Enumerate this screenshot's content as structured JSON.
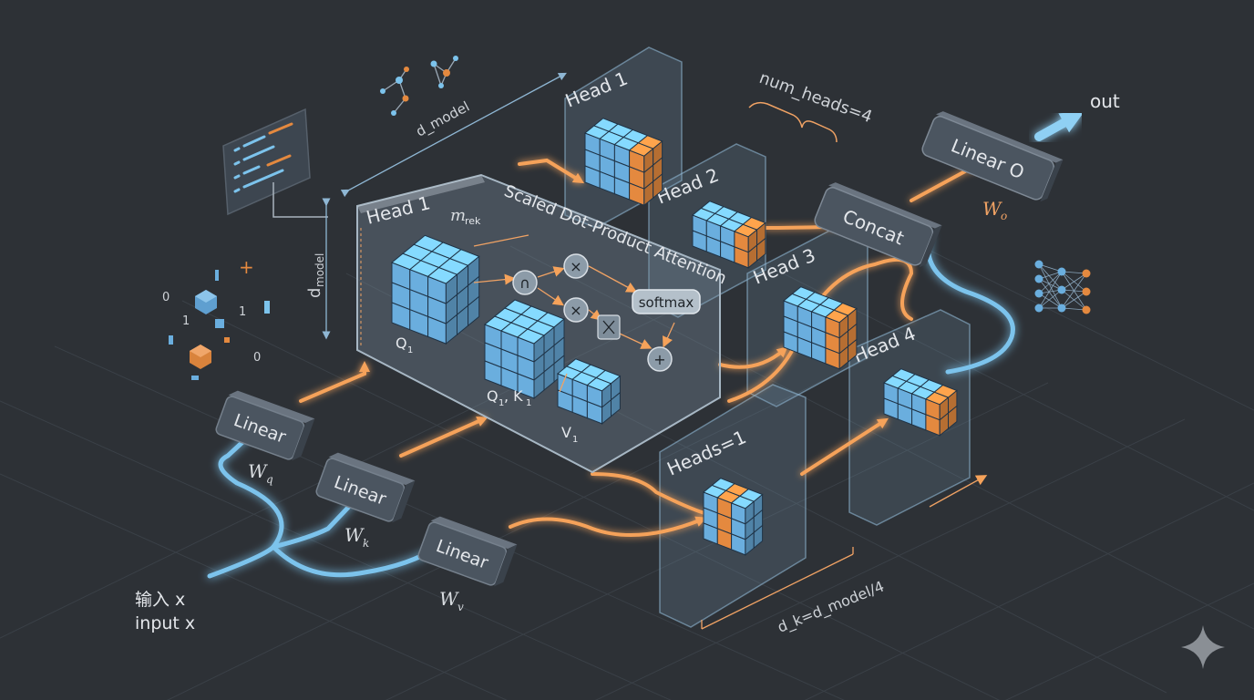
{
  "input": {
    "line1": "输入 x",
    "line2": "input x"
  },
  "linear": {
    "q": "Linear",
    "k": "Linear",
    "v": "Linear",
    "o": "Linear O"
  },
  "weights": {
    "q": "W",
    "q_sub": "q",
    "k": "W",
    "k_sub": "k",
    "v": "W",
    "v_sub": "v",
    "o": "W",
    "o_sub": "o"
  },
  "attention": {
    "head_label": "Head 1",
    "title": "Scaled Dot-Product Attention",
    "mask": "m",
    "mask_sub": "rek",
    "q_label": "Q",
    "q_sub": "1",
    "qk_label": "Q",
    "qk_sub1": "1",
    "qk_sep": ", K",
    "qk_sub2": "1",
    "v_label": "V",
    "v_sub": "1",
    "softmax": "softmax",
    "op_n": "∩",
    "op_x": "×",
    "op_plus": "+"
  },
  "heads": [
    "Head 1",
    "Head 2",
    "Head 3",
    "Head 4",
    "Heads=1"
  ],
  "concat": "Concat",
  "output": "out",
  "annotations": {
    "d_model_top": "d_model",
    "d_model_left": "d",
    "d_model_left_sub": "model",
    "num_heads": "num_heads=4",
    "d_k": "d_k=d_model/4"
  },
  "decor_glyphs": {
    "zero_a": "0",
    "zero_b": "0",
    "one_a": "1",
    "one_b": "1",
    "plus": "+"
  },
  "colors": {
    "background": "#2d3136",
    "blue_flow": "#7cc3ec",
    "orange_flow": "#f5a25a",
    "cube_blue": "#6aaede",
    "cube_orange": "#e4893f",
    "panel": "#8ba7be",
    "box": "#4b5560"
  }
}
